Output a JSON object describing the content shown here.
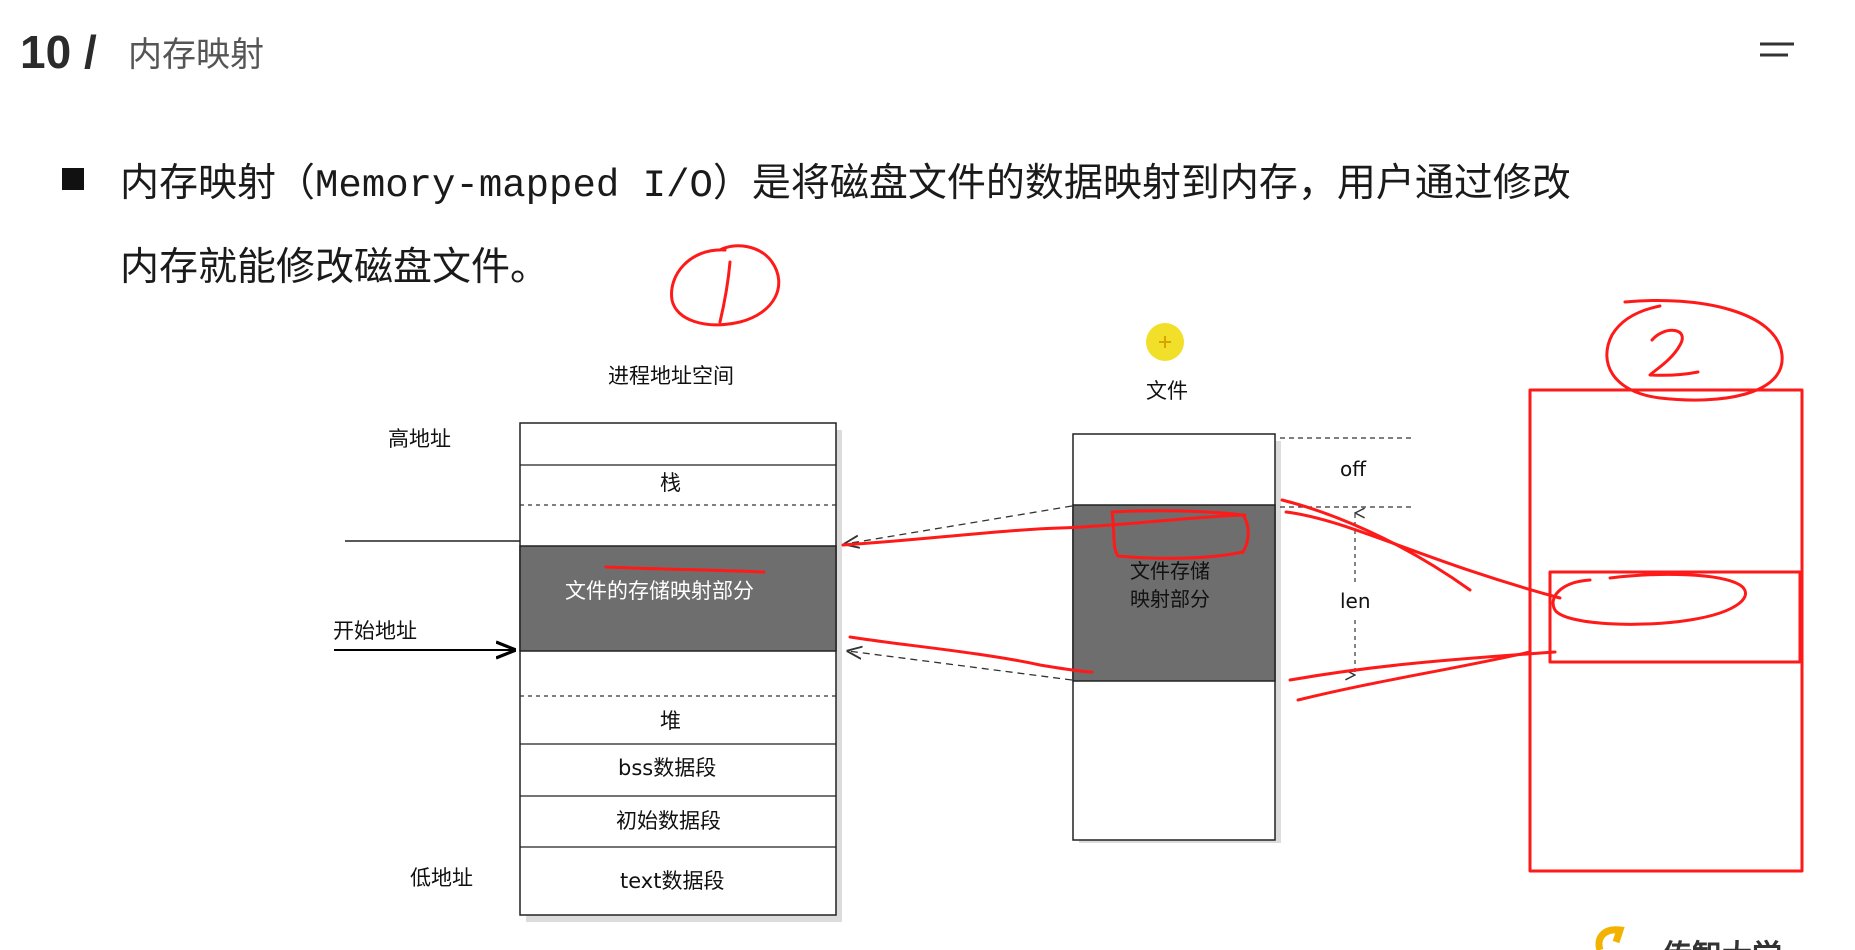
{
  "header": {
    "number": "10 /",
    "title": "内存映射",
    "menu_icon": "menu-icon"
  },
  "bullet": {
    "line1_pre": "内存映射（",
    "line1_code": "Memory-mapped I/O",
    "line1_post": "）是将磁盘文件的数据映射到内存，用户通过修改",
    "line2": "内存就能修改磁盘文件。"
  },
  "diagram": {
    "process_title": "进程地址空间",
    "high_addr": "高地址",
    "low_addr": "低地址",
    "start_addr": "开始地址",
    "stack": "栈",
    "mapped_region": "文件的存储映射部分",
    "heap": "堆",
    "bss": "bss数据段",
    "init_data": "初始数据段",
    "text": "text数据段",
    "file_title": "文件",
    "file_mapped_line1": "文件存储",
    "file_mapped_line2": "映射部分",
    "off": "off",
    "len": "len"
  },
  "annotations": {
    "circle_1": "1",
    "circle_2": "2"
  },
  "logo": {
    "text": "传智大学"
  },
  "colors": {
    "annotation_red": "#ff1a1a",
    "mapped_fill": "#6e6e6e",
    "cursor_yellow": "#f2df2a"
  }
}
